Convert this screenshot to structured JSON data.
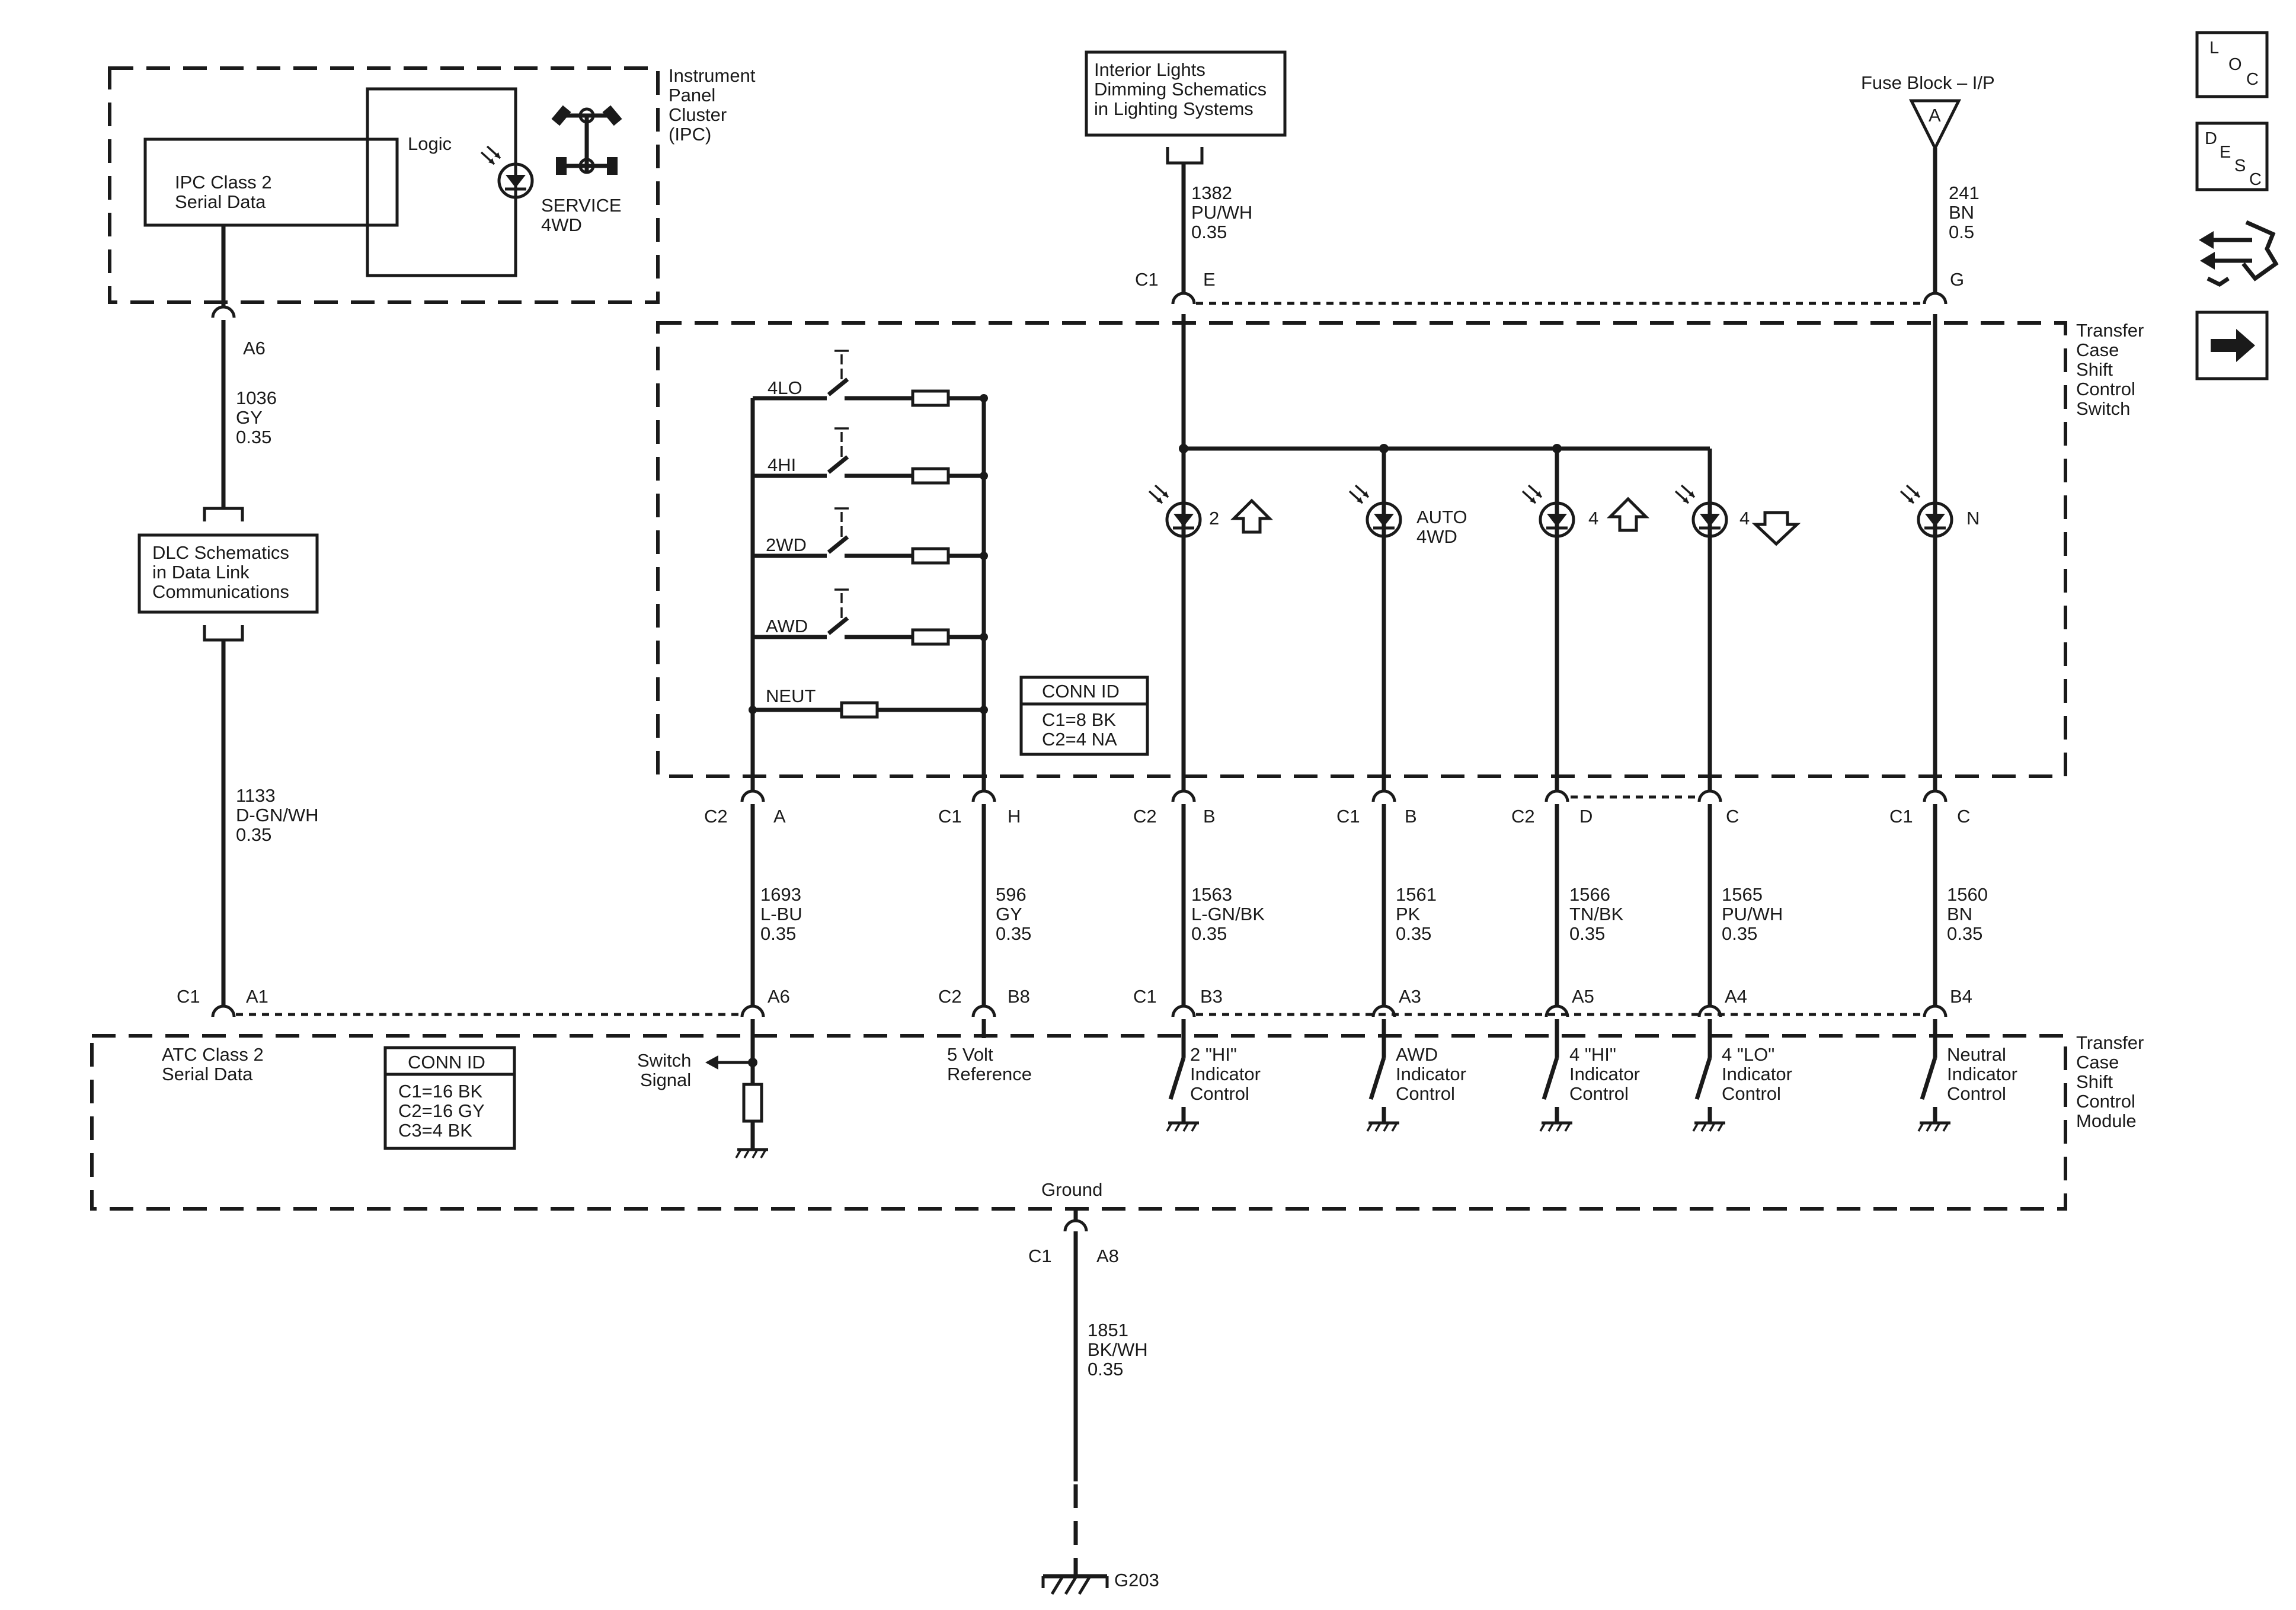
{
  "ipc": {
    "name_lines": [
      "Instrument",
      "Panel",
      "Cluster",
      "(IPC)"
    ],
    "logic": "Logic",
    "class2_lines": [
      "IPC Class 2",
      "Serial Data"
    ],
    "lamp_lines": [
      "SERVICE",
      "4WD"
    ]
  },
  "interior_lights_lines": [
    "Interior Lights",
    "Dimming Schematics",
    "in Lighting Systems"
  ],
  "fuse_block": {
    "label": "Fuse Block – I/P",
    "pin": "A"
  },
  "dlc_lines": [
    "DLC Schematics",
    "in Data Link",
    "Communications"
  ],
  "tcss_name_lines": [
    "Transfer",
    "Case",
    "Shift",
    "Control",
    "Switch"
  ],
  "tcsm_name_lines": [
    "Transfer",
    "Case",
    "Shift",
    "Control",
    "Module"
  ],
  "switch_positions": [
    "4LO",
    "4HI",
    "2WD",
    "AWD",
    "NEUT"
  ],
  "indicators": [
    {
      "label": "2",
      "arrow": "up"
    },
    {
      "label_lines": [
        "AUTO",
        "4WD"
      ],
      "arrow": "none"
    },
    {
      "label": "4",
      "arrow": "up"
    },
    {
      "label": "4",
      "arrow": "down"
    },
    {
      "label": "N",
      "arrow": "none"
    }
  ],
  "conn_id_switch": {
    "title": "CONN ID",
    "lines": [
      "C1=8 BK",
      "C2=4 NA"
    ]
  },
  "conn_id_module": {
    "title": "CONN ID",
    "lines": [
      "C1=16 BK",
      "C2=16 GY",
      "C3=4 BK"
    ]
  },
  "wires": {
    "w1036": [
      "1036",
      "GY",
      "0.35"
    ],
    "w1133": [
      "1133",
      "D-GN/WH",
      "0.35"
    ],
    "w1382": [
      "1382",
      "PU/WH",
      "0.35"
    ],
    "w241": [
      "241",
      "BN",
      "0.5"
    ],
    "w1693": [
      "1693",
      "L-BU",
      "0.35"
    ],
    "w596": [
      "596",
      "GY",
      "0.35"
    ],
    "w1563": [
      "1563",
      "L-GN/BK",
      "0.35"
    ],
    "w1561": [
      "1561",
      "PK",
      "0.35"
    ],
    "w1566": [
      "1566",
      "TN/BK",
      "0.35"
    ],
    "w1565": [
      "1565",
      "PU/WH",
      "0.35"
    ],
    "w1560": [
      "1560",
      "BN",
      "0.35"
    ],
    "w1851": [
      "1851",
      "BK/WH",
      "0.35"
    ]
  },
  "connectors": {
    "ipc_a6": {
      "pin": "A6"
    },
    "sw_top_e": {
      "conn": "C1",
      "pin": "E"
    },
    "sw_top_g": {
      "pin": "G"
    },
    "sw_a": {
      "conn": "C2",
      "pin": "A"
    },
    "sw_h": {
      "conn": "C1",
      "pin": "H"
    },
    "sw_b1": {
      "conn": "C2",
      "pin": "B"
    },
    "sw_b2": {
      "conn": "C1",
      "pin": "B"
    },
    "sw_d": {
      "conn": "C2",
      "pin": "D"
    },
    "sw_c1": {
      "pin": "C"
    },
    "sw_c2": {
      "conn": "C1",
      "pin": "C"
    },
    "m_a1": {
      "conn": "C1",
      "pin": "A1"
    },
    "m_a6": {
      "pin": "A6"
    },
    "m_b8": {
      "conn": "C2",
      "pin": "B8"
    },
    "m_b3": {
      "conn": "C1",
      "pin": "B3"
    },
    "m_a3": {
      "pin": "A3"
    },
    "m_a5": {
      "pin": "A5"
    },
    "m_a4": {
      "pin": "A4"
    },
    "m_b4": {
      "pin": "B4"
    },
    "m_a8": {
      "conn": "C1",
      "pin": "A8"
    }
  },
  "module_labels": {
    "atc_lines": [
      "ATC Class 2",
      "Serial Data"
    ],
    "switch_signal_lines": [
      "Switch",
      "Signal"
    ],
    "five_volt_lines": [
      "5 Volt",
      "Reference"
    ],
    "ctrl_2hi": [
      "2 \"HI\"",
      "Indicator",
      "Control"
    ],
    "ctrl_awd": [
      "AWD",
      "Indicator",
      "Control"
    ],
    "ctrl_4hi": [
      "4 \"HI\"",
      "Indicator",
      "Control"
    ],
    "ctrl_4lo": [
      "4 \"LO\"",
      "Indicator",
      "Control"
    ],
    "ctrl_neutral": [
      "Neutral",
      "Indicator",
      "Control"
    ],
    "ground": "Ground"
  },
  "ground_id": "G203",
  "nav": {
    "loc": [
      "L",
      "O",
      "C"
    ],
    "desc": [
      "D",
      "E",
      "S",
      "C"
    ],
    "items": [
      "loc-icon",
      "desc-icon",
      "harness-connector-icon",
      "next-arrow-icon"
    ]
  }
}
